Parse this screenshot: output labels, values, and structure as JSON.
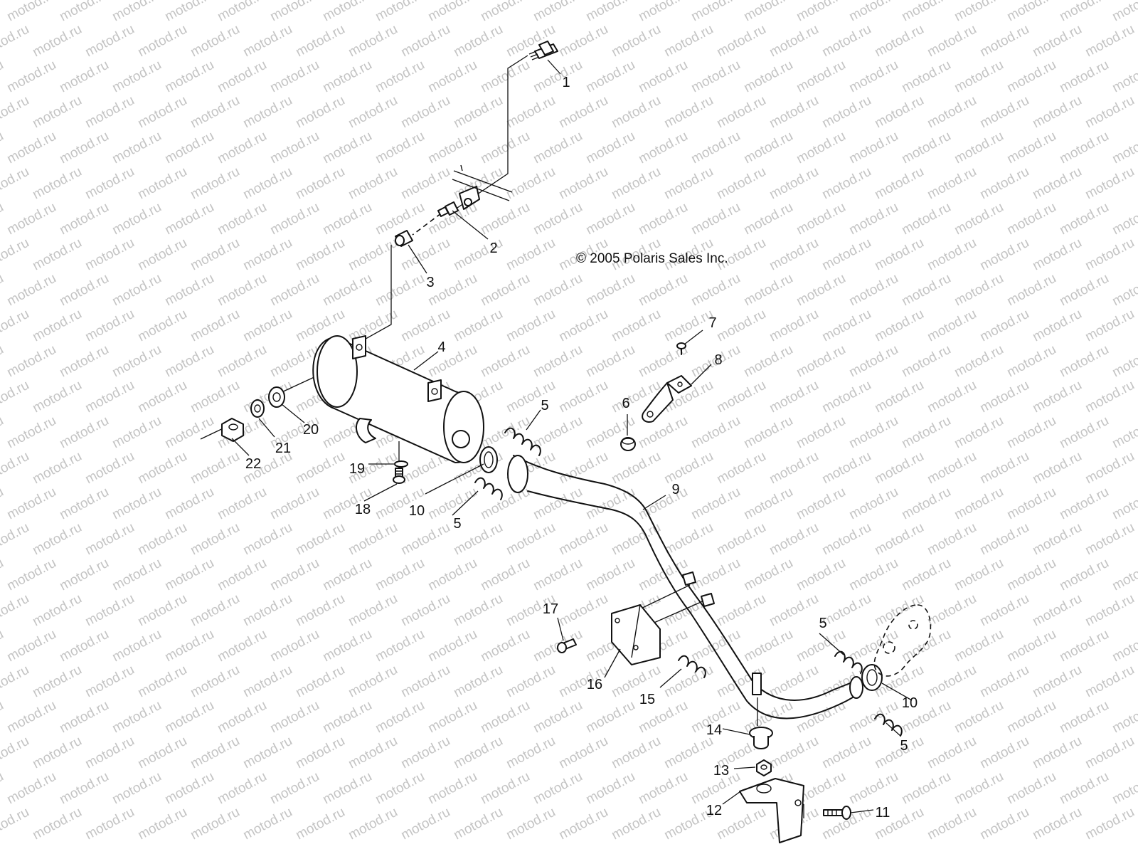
{
  "copyright": "© 2005 Polaris Sales Inc.",
  "watermark": "motod.ru",
  "callouts": [
    "1",
    "2",
    "3",
    "4",
    "5",
    "5",
    "5",
    "5",
    "6",
    "7",
    "8",
    "9",
    "10",
    "10",
    "11",
    "12",
    "13",
    "14",
    "15",
    "16",
    "17",
    "18",
    "19",
    "20",
    "21",
    "22"
  ]
}
